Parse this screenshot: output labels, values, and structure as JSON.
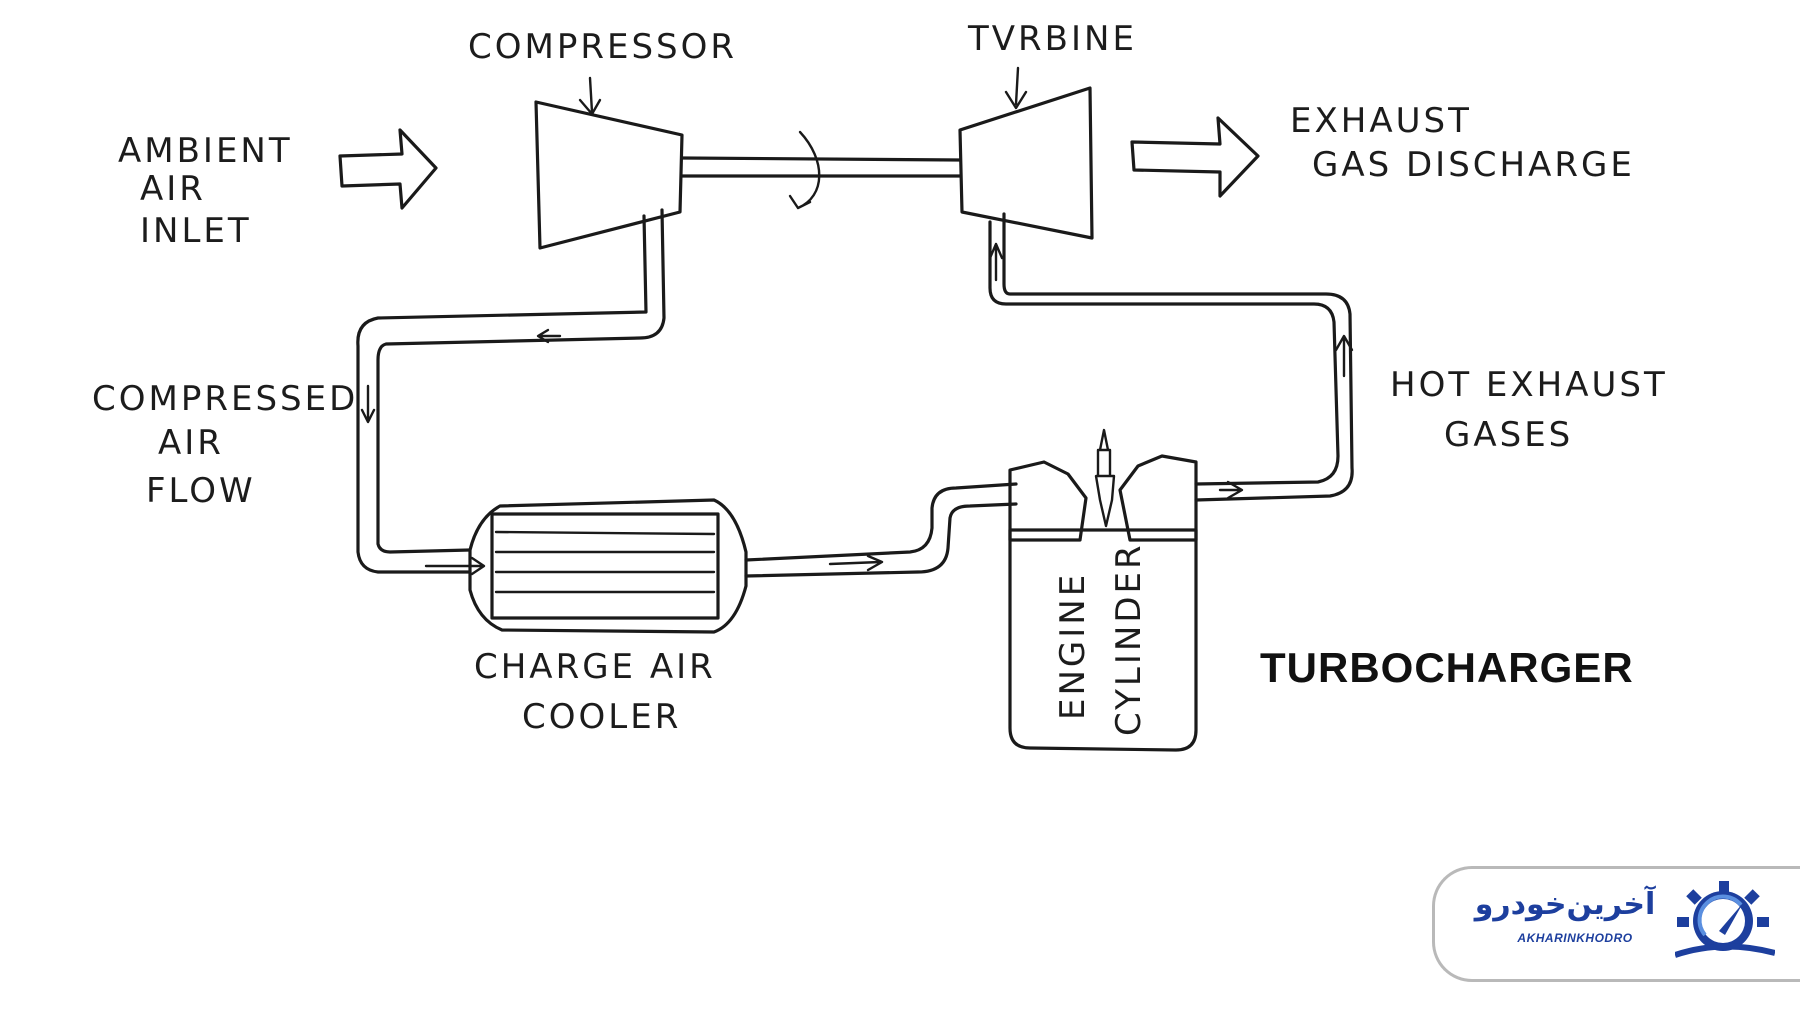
{
  "labels": {
    "compressor": "COMPRESSOR",
    "turbine": "TVRBINE",
    "ambient_line1": "AMBIENT",
    "ambient_line2": "AIR",
    "ambient_line3": "INLET",
    "exhaust_line1": "EXHAUST",
    "exhaust_line2": "GAS DISCHARGE",
    "compressed_line1": "COMPRESSED",
    "compressed_line2": "AIR",
    "compressed_line3": "FLOW",
    "hot_line1": "HOT EXHAUST",
    "hot_line2": "GASES",
    "cooler_line1": "CHARGE AIR",
    "cooler_line2": "COOLER",
    "engine_line1": "ENGINE",
    "engine_line2": "CYLINDER"
  },
  "title": "TURBOCHARGER",
  "brand": {
    "name_fa": "آخرین‌خودرو",
    "name_en": "AKHARINKHODRO",
    "color": "#1d3f9e"
  }
}
